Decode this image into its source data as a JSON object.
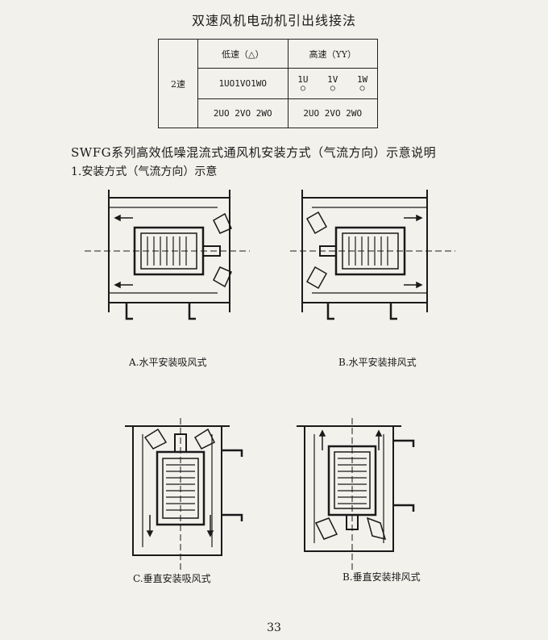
{
  "wiring_table": {
    "title": "双速风机电动机引出线接法",
    "headers": {
      "low": "低速（△）",
      "high": "高速（YY）"
    },
    "speed_label": "2速",
    "low_row1": "1UO1VO1WO",
    "low_row2": "2UO 2VO 2WO",
    "high_row1": [
      "1U",
      "1V",
      "1W"
    ],
    "high_row2": "2UO 2VO 2WO"
  },
  "section": {
    "title": "SWFG系列高效低噪混流式通风机安装方式（气流方向）示意说明",
    "subtitle": "1.安装方式（气流方向）示意"
  },
  "figures": [
    {
      "caption": "A.水平安装吸风式",
      "orientation": "horizontal"
    },
    {
      "caption": "B.水平安装排风式",
      "orientation": "horizontal"
    },
    {
      "caption": "C.垂直安装吸风式",
      "orientation": "vertical"
    },
    {
      "caption": "B.垂直安装排风式",
      "orientation": "vertical"
    }
  ],
  "page_number": "33"
}
